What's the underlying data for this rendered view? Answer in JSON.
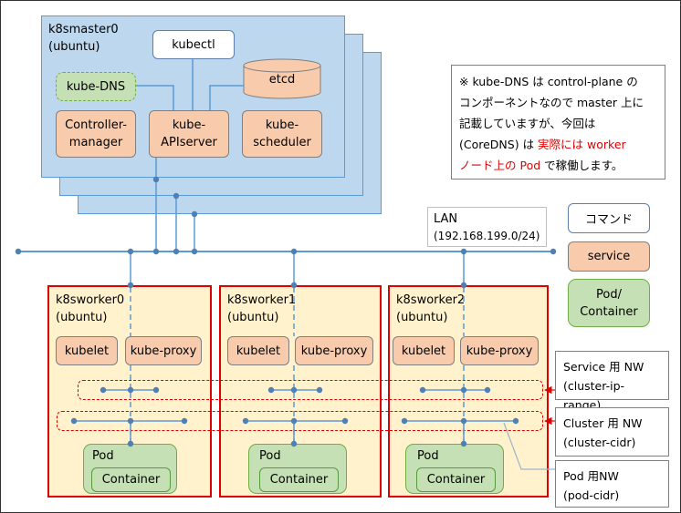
{
  "master": {
    "title": "k8smaster0",
    "os": "(ubuntu)",
    "kubectl": "kubectl",
    "etcd": "etcd",
    "kube_dns": "kube-DNS",
    "controller_manager": [
      "Controller-",
      "manager"
    ],
    "apiserver": [
      "kube-",
      "APIserver"
    ],
    "scheduler": [
      "kube-",
      "scheduler"
    ]
  },
  "note": {
    "line1": "※ kube-DNS は control-plane の",
    "line2": "コンポーネントなので master 上に",
    "line3": "記載していますが、今回は",
    "line4_black": "(CoreDNS) は ",
    "line4_red": "実際には worker",
    "line5_red": "ノード上の Pod",
    "line5_black": " で稼働します。"
  },
  "lan": {
    "name": "LAN",
    "cidr": "(192.168.199.0/24)"
  },
  "legend": {
    "command": "コマンド",
    "service": "service",
    "pod_line1": "Pod/",
    "pod_line2": "Container"
  },
  "workers": [
    {
      "title": "k8sworker0",
      "os": "(ubuntu)",
      "kubelet": "kubelet",
      "proxy": "kube-proxy",
      "pod": "Pod",
      "container": "Container"
    },
    {
      "title": "k8sworker1",
      "os": "(ubuntu)",
      "kubelet": "kubelet",
      "proxy": "kube-proxy",
      "pod": "Pod",
      "container": "Container"
    },
    {
      "title": "k8sworker2",
      "os": "(ubuntu)",
      "kubelet": "kubelet",
      "proxy": "kube-proxy",
      "pod": "Pod",
      "container": "Container"
    }
  ],
  "networks": {
    "service": {
      "line1": "Service 用 NW",
      "line2": "(cluster-ip-range)"
    },
    "cluster": {
      "line1": "Cluster 用 NW",
      "line2": "(cluster-cidr)"
    },
    "pod": {
      "line1": "Pod 用NW",
      "line2": "(pod-cidr)"
    }
  },
  "colors": {
    "master_fill": "#bdd7ee",
    "component_fill": "#f8cbad",
    "worker_border": "#e00000",
    "worker_fill": "#fff2cc",
    "pod_fill": "#c5e0b4",
    "line_blue": "#5b9bd5"
  }
}
